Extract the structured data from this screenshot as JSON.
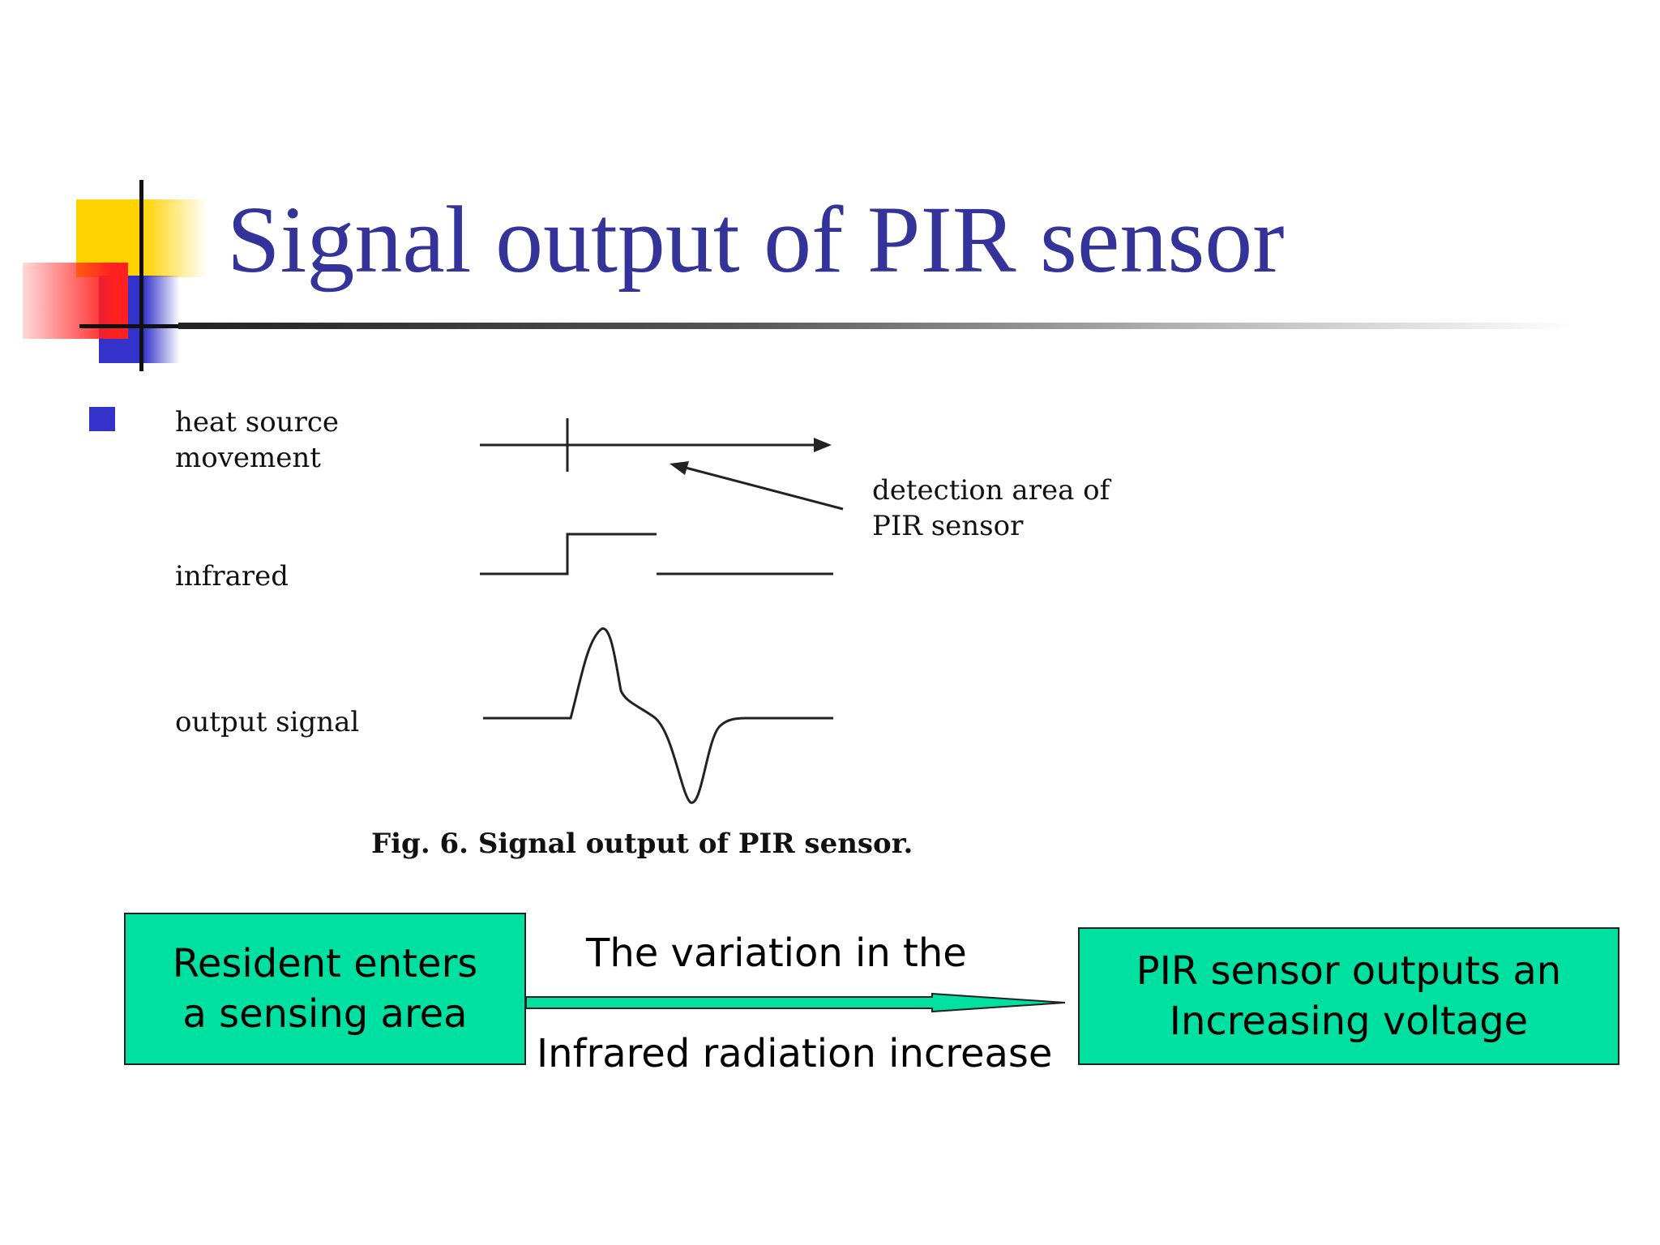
{
  "slide": {
    "title": "Signal output of PIR sensor"
  },
  "figure": {
    "labels": {
      "heat_source_line1": "heat source",
      "heat_source_line2": "movement",
      "infrared": "infrared",
      "output_signal": "output signal",
      "detection_line1": "detection area of",
      "detection_line2": "PIR sensor"
    },
    "caption": "Fig.  6. Signal output of PIR sensor."
  },
  "flow": {
    "left_box": "Resident enters\na sensing area",
    "arrow_label_top": "The variation in the",
    "arrow_label_bottom": "Infrared radiation increase",
    "right_box": "PIR sensor outputs an\nIncreasing voltage"
  },
  "colors": {
    "title": "#333399",
    "box_fill": "#00e0a0",
    "bullet": "#3333cc"
  }
}
